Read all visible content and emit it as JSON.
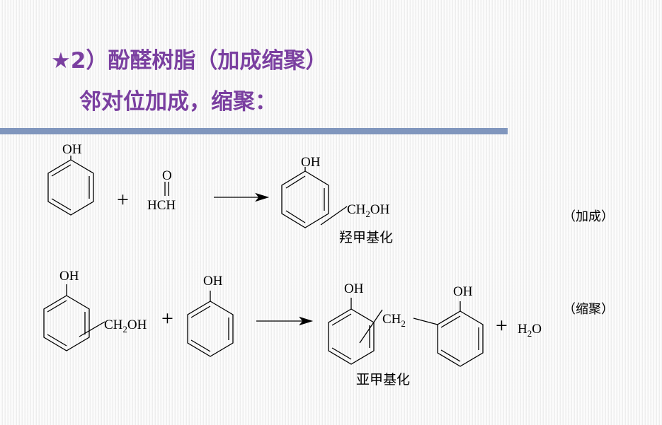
{
  "title": {
    "star": "★",
    "text": "2）酚醛树脂（加成缩聚）"
  },
  "subtitle": "邻对位加成，缩聚：",
  "colors": {
    "title": "#7a3fa0",
    "rule": "#8096bd"
  },
  "reaction1": {
    "phenol_oh": "OH",
    "plus": "+",
    "formaldehyde_o": "O",
    "formaldehyde_hch": "HCH",
    "product_oh": "OH",
    "product_substituent": "CH2OH",
    "product_name": "羟甲基化",
    "type_label": "（加成）"
  },
  "reaction2": {
    "reactant1_oh": "OH",
    "reactant1_substituent": "CH2OH",
    "plus": "+",
    "reactant2_oh": "OH",
    "product_left_oh": "OH",
    "product_bridge": "CH2",
    "product_right_oh": "OH",
    "byproduct_plus": "+",
    "byproduct": "H2O",
    "product_name": "亚甲基化",
    "type_label": "（缩聚）"
  }
}
